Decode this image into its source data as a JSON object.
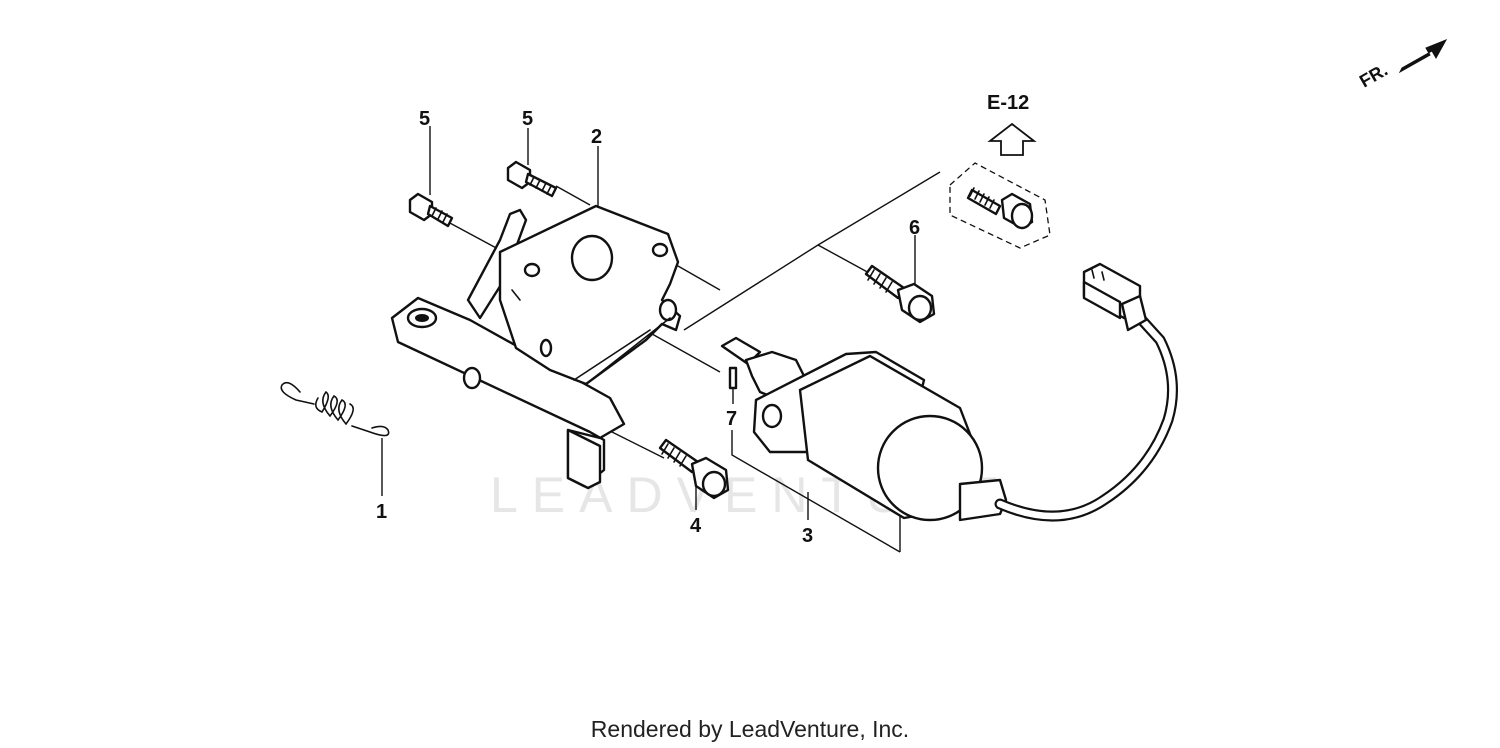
{
  "diagram": {
    "watermark": "LEADVENTURE",
    "footer": "Rendered by LeadVenture, Inc.",
    "orientation_label": "FR.",
    "reference_label": "E-12",
    "callouts": {
      "c1": "1",
      "c2": "2",
      "c3": "3",
      "c4": "4",
      "c5a": "5",
      "c5b": "5",
      "c6": "6",
      "c7": "7"
    }
  }
}
